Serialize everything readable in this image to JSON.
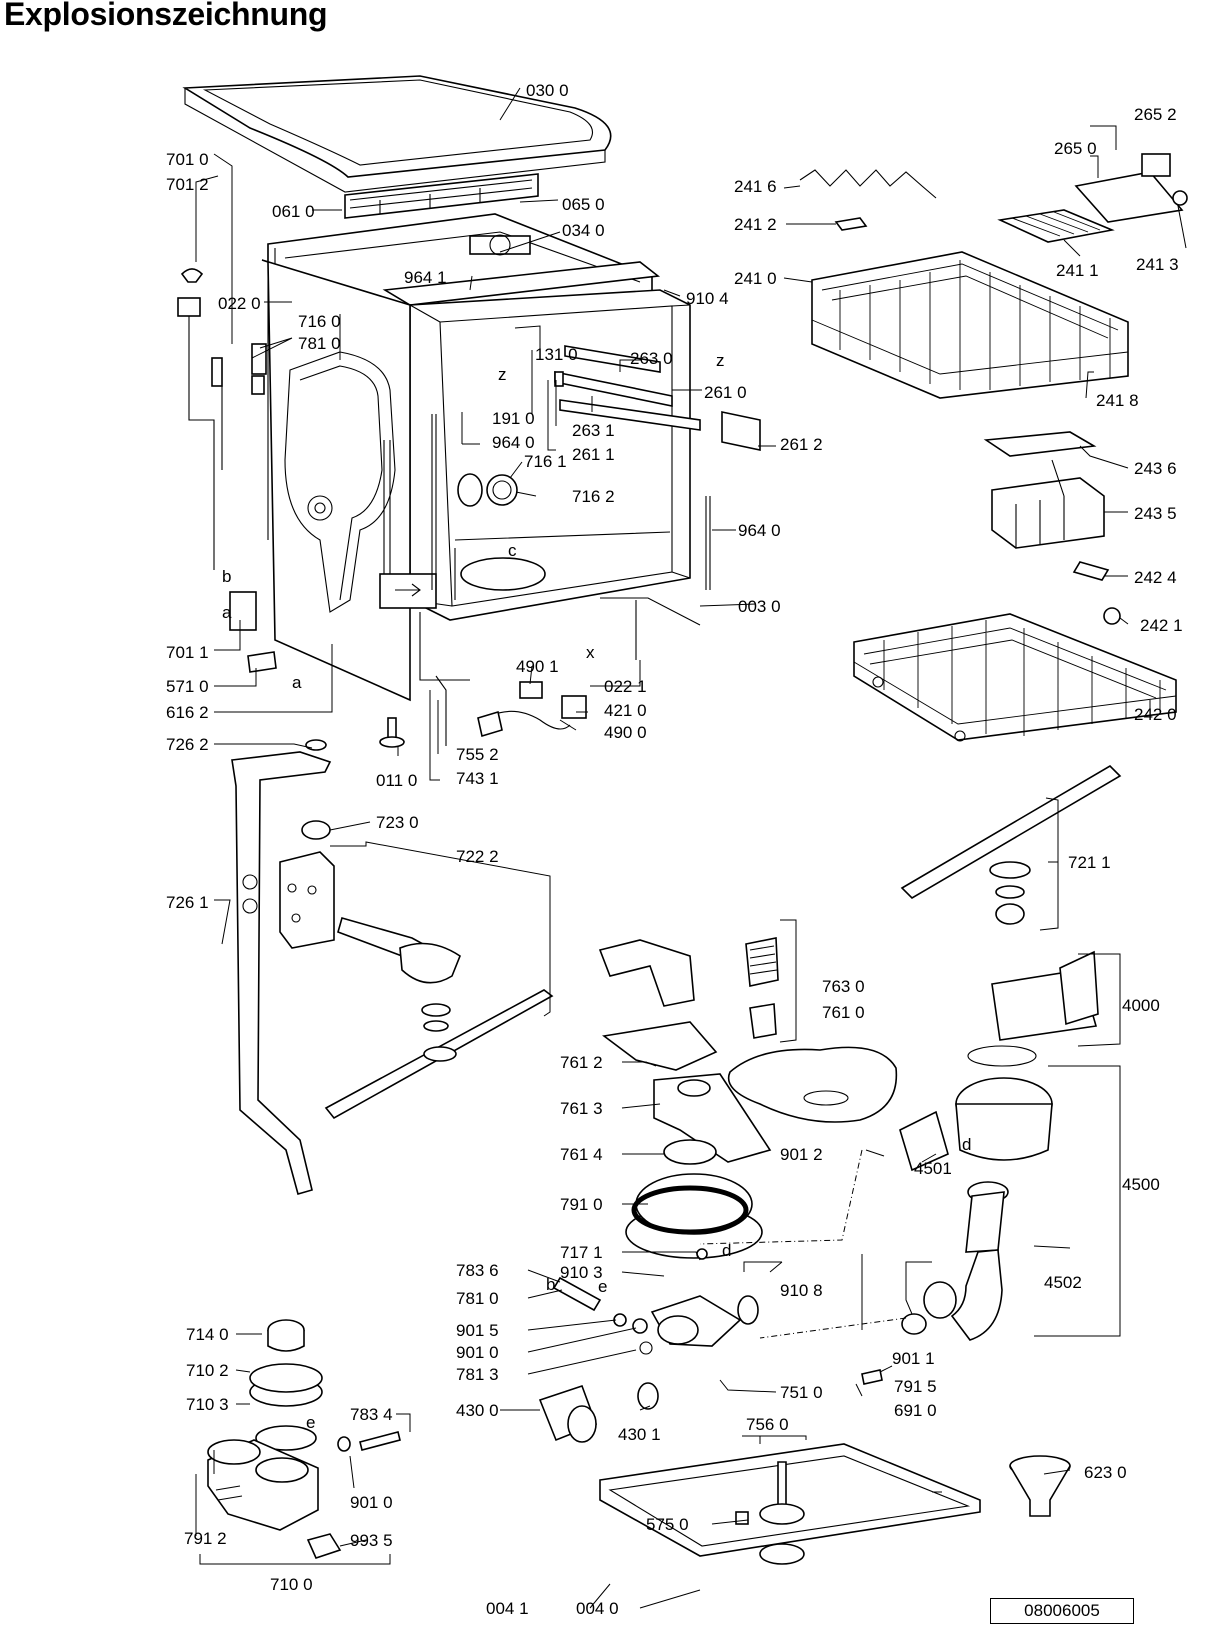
{
  "title": "Explosionszeichnung",
  "drawing_number": "08006005",
  "callouts": [
    "030 0",
    "701 0",
    "701 2",
    "061 0",
    "065 0",
    "034 0",
    "022 0",
    "964 1",
    "910 4",
    "716 0",
    "781 0",
    "131 0",
    "263 0",
    "191 0",
    "964 0",
    "263 1",
    "261 1",
    "261 0",
    "261 2",
    "716 1",
    "716 2",
    "964 0",
    "003 0",
    "701 1",
    "571 0",
    "616 2",
    "490 1",
    "022 1",
    "421 0",
    "490 0",
    "726 2",
    "011 0",
    "755 2",
    "743 1",
    "723 0",
    "722 2",
    "726 1",
    "265 2",
    "265 0",
    "241 6",
    "241 2",
    "241 3",
    "241 1",
    "241 0",
    "241 8",
    "243 6",
    "243 5",
    "242 4",
    "242 1",
    "242 0",
    "721 1",
    "763 0",
    "761 0",
    "761 2",
    "4000",
    "761 3",
    "761 4",
    "901 2",
    "4501",
    "4500",
    "791 0",
    "717 1",
    "910 3",
    "783 6",
    "910 8",
    "781 0",
    "4502",
    "901 5",
    "901 0",
    "781 3",
    "901 1",
    "714 0",
    "710 2",
    "751 0",
    "791 5",
    "710 3",
    "783 4",
    "430 0",
    "430 1",
    "691 0",
    "756 0",
    "901 0",
    "791 2",
    "575 0",
    "623 0",
    "993 5",
    "710 0",
    "004 1",
    "004 0"
  ],
  "reference_letters": [
    "z",
    "z",
    "c",
    "b",
    "a",
    "a",
    "x",
    "b",
    "e",
    "e",
    "d",
    "d"
  ]
}
